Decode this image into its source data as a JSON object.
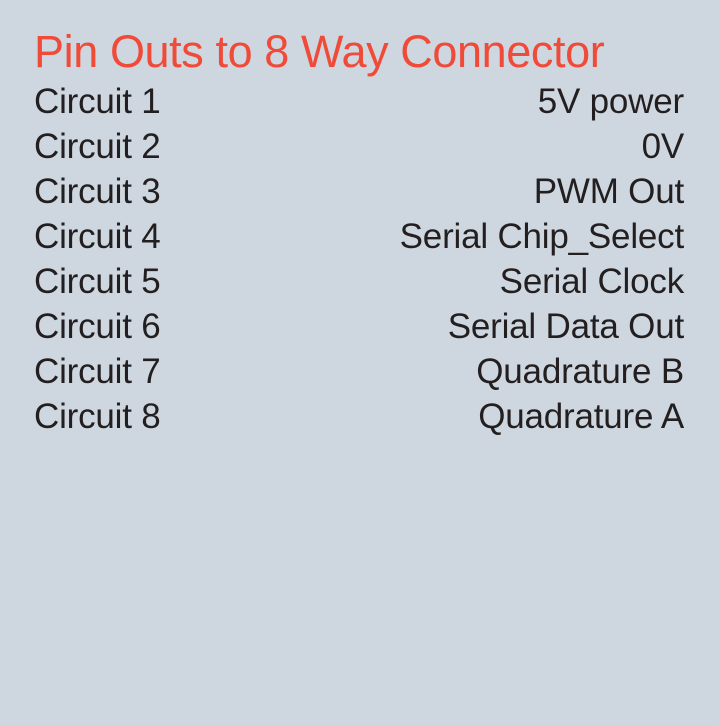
{
  "page": {
    "background_color": "#ced7df",
    "title": "Pin Outs to 8 Way Connector",
    "title_color": "#f04a38",
    "text_color": "#231f20"
  },
  "pinouts": {
    "rows": [
      {
        "circuit": "Circuit 1",
        "function": "5V power"
      },
      {
        "circuit": "Circuit 2",
        "function": "0V"
      },
      {
        "circuit": "Circuit 3",
        "function": "PWM Out"
      },
      {
        "circuit": "Circuit 4",
        "function": "Serial Chip_Select"
      },
      {
        "circuit": "Circuit 5",
        "function": "Serial Clock"
      },
      {
        "circuit": "Circuit 6",
        "function": "Serial Data Out"
      },
      {
        "circuit": "Circuit 7",
        "function": "Quadrature B"
      },
      {
        "circuit": "Circuit 8",
        "function": "Quadrature A"
      }
    ]
  }
}
